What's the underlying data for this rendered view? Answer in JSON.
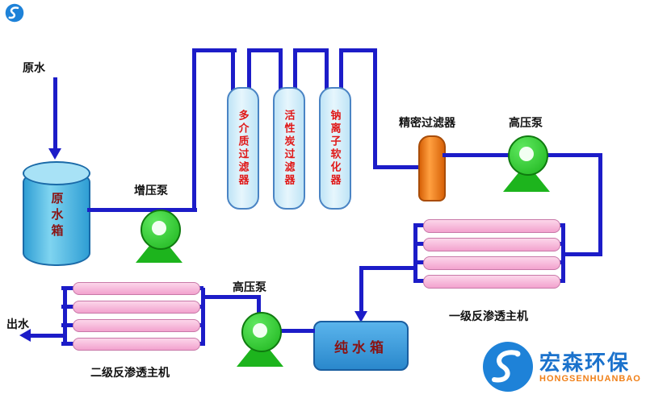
{
  "labels": {
    "raw_water": "原水",
    "raw_water_tank": "原水箱",
    "booster_pump": "增压泵",
    "filter1": "多介质过滤器",
    "filter2": "活性炭过滤器",
    "filter3": "钠离子软化器",
    "precision_filter": "精密过滤器",
    "hp_pump1": "高压泵",
    "ro_stage1": "一级反渗透主机",
    "pure_water_tank": "纯水箱",
    "hp_pump2": "高压泵",
    "ro_stage2": "二级反渗透主机",
    "outlet": "出水"
  },
  "logo": {
    "name": "宏森环保",
    "subtitle": "HONGSENHUANBAO"
  },
  "colors": {
    "pipe_blue": "#1c1cc8",
    "pump_green": "#1db41d",
    "filter_vessel_blue": "#cfeaf7",
    "filter_text_red": "#e01818",
    "precision_orange": "#f07818",
    "membrane_pink": "#f2a2ce",
    "tank_cyan": "#2f9ed4",
    "pure_tank_blue": "#2a88cc",
    "logo_blue": "#1b72cc",
    "logo_orange": "#f08018"
  }
}
